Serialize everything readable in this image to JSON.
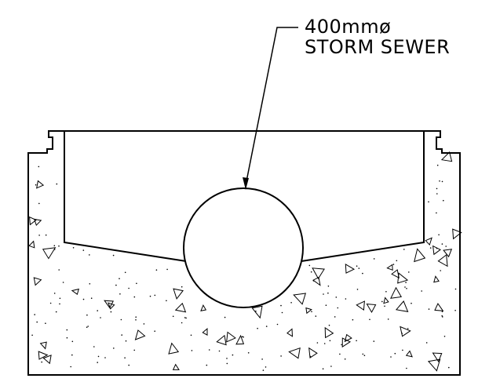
{
  "callout": {
    "line1": "400mmø",
    "line2": "STORM  SEWER"
  },
  "colors": {
    "line": "#000000",
    "background": "#ffffff"
  },
  "hatch": "concrete-aggregate"
}
